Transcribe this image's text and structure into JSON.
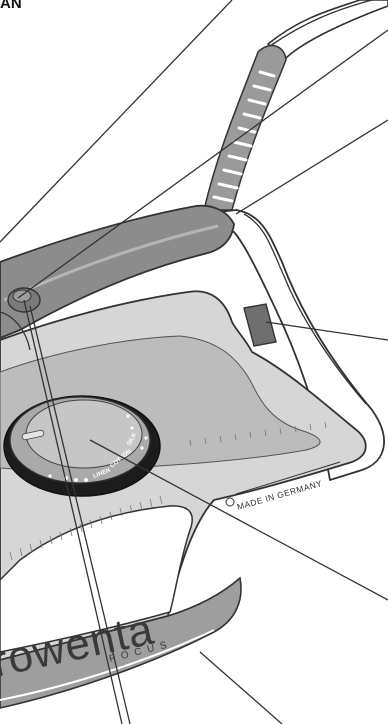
{
  "header": {
    "partial_label": "AN"
  },
  "iron": {
    "brand_name": "rowenta",
    "model_name": "FOCUS",
    "origin_text": "MADE IN GERMANY",
    "dial_markings": [
      "LINEN",
      "COTTON",
      "SILK"
    ]
  },
  "colors": {
    "handle": "#8a8a8a",
    "body_light": "#d3d3d3",
    "body_panel": "#bdbdbd",
    "dial_ring": "#1e1e1e",
    "lines": "#333333"
  }
}
